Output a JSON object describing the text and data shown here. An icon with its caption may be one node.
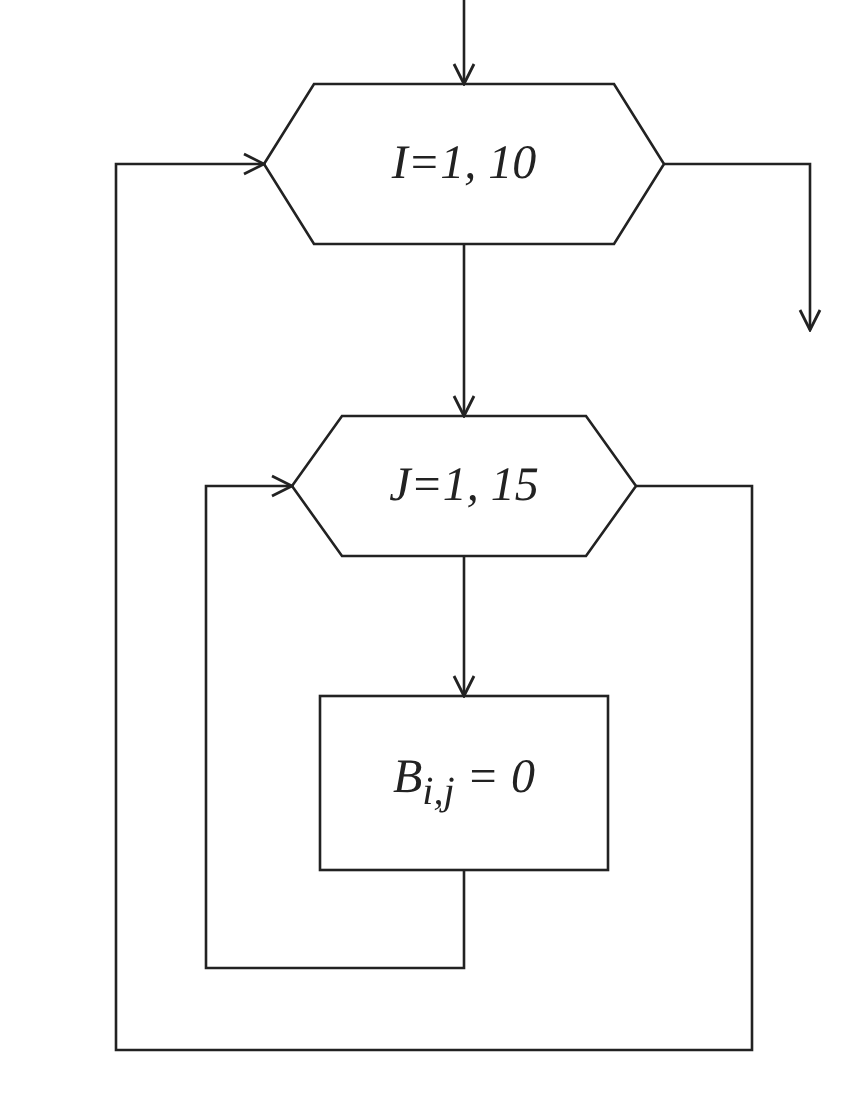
{
  "diagram": {
    "nodes": [
      {
        "text": [
          "I=1, 10"
        ]
      },
      {
        "text": [
          "J=1, 15"
        ]
      },
      {
        "text": [
          "B$_{i,j}$ = 0"
        ]
      }
    ],
    "edges": [
      {
        "from": null,
        "to": 0,
        "arrow": "to"
      },
      {
        "from": 0,
        "to": null,
        "arrow": "to"
      },
      {
        "from": 0,
        "to": 1,
        "arrow": "to"
      },
      {
        "from": 1,
        "to": 2,
        "arrow": "to"
      },
      {
        "from": 2,
        "to": 1,
        "arrow": "to"
      },
      {
        "from": 1,
        "to": 0,
        "arrow": "to"
      }
    ]
  }
}
